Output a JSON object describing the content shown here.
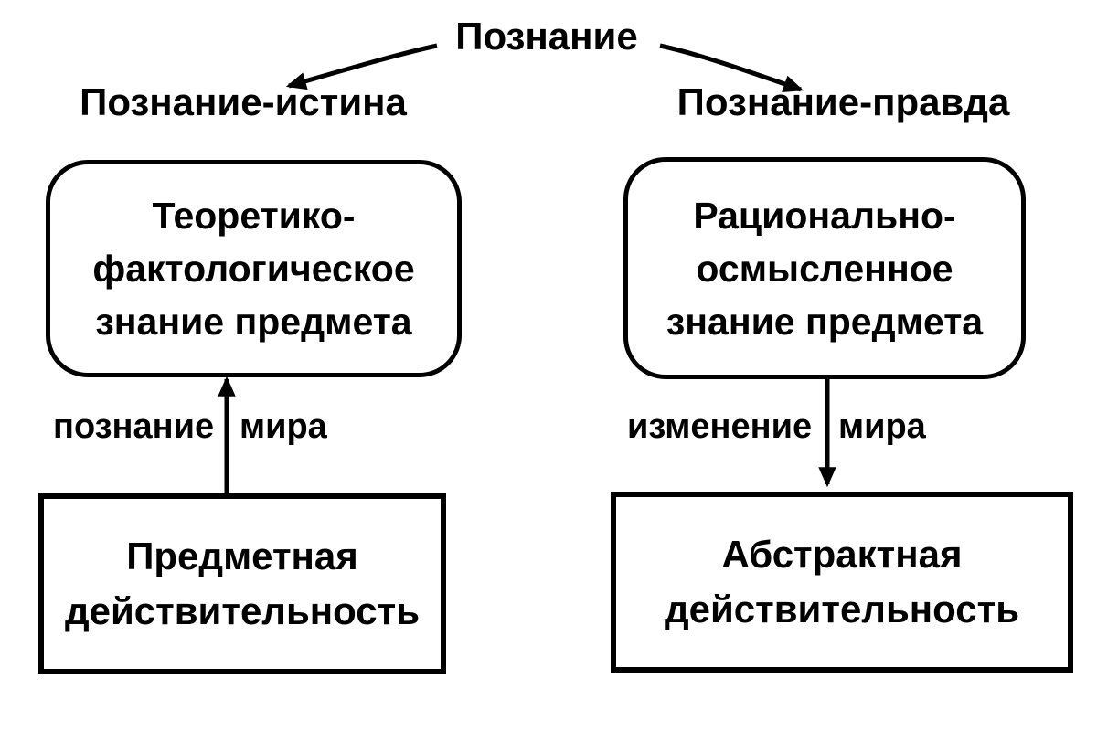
{
  "root_label": "Познание",
  "left_branch": {
    "heading": "Познание-истина",
    "top_box_lines": [
      "Теоретико-",
      "фактологическое",
      "знание предмета"
    ],
    "arrow_label_before": "познание",
    "arrow_label_after": "мира",
    "arrow_direction": "up",
    "bottom_box_lines": [
      "Предметная",
      "действительность"
    ]
  },
  "right_branch": {
    "heading": "Познание-правда",
    "top_box_lines": [
      "Рационально-",
      "осмысленное",
      "знание предмета"
    ],
    "arrow_label_before": "изменение",
    "arrow_label_after": "мира",
    "arrow_direction": "down",
    "bottom_box_lines": [
      "Абстрактная",
      "действительность"
    ]
  },
  "colors": {
    "ink": "#000000",
    "background": "#ffffff"
  }
}
